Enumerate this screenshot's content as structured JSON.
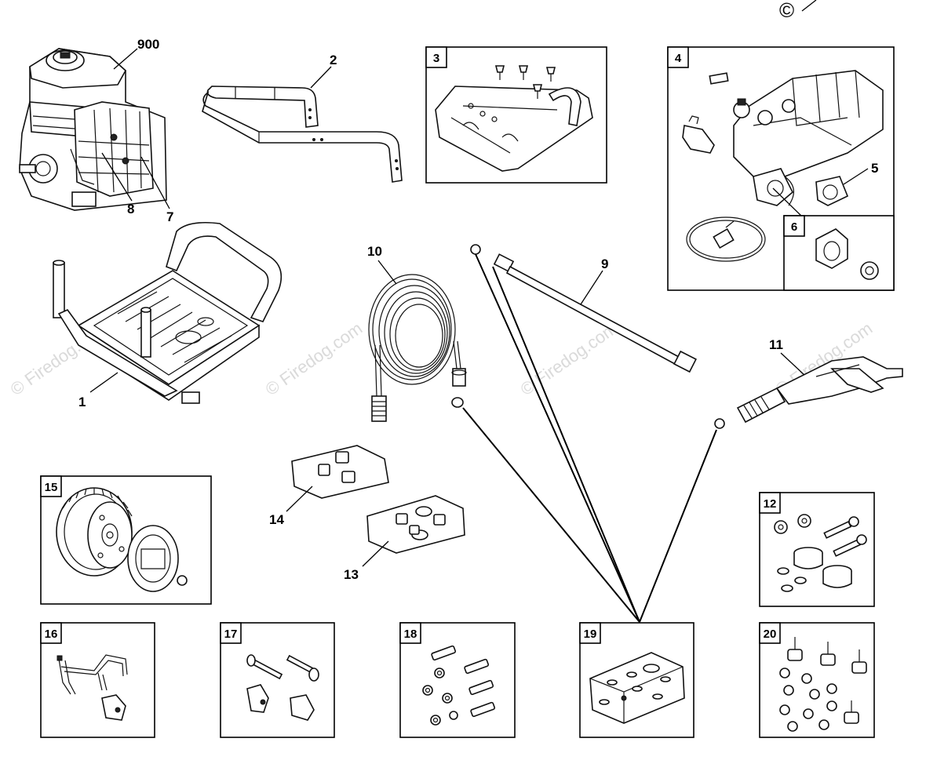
{
  "copyright_symbol": "©",
  "watermark": "© Firedog.com",
  "callouts": {
    "c900": "900",
    "c2": "2",
    "c8": "8",
    "c7": "7",
    "c1": "1",
    "c10": "10",
    "c9": "9",
    "c5": "5",
    "c11": "11",
    "c14": "14",
    "c13": "13"
  },
  "boxes": {
    "b3": "3",
    "b4": "4",
    "b6": "6",
    "b15": "15",
    "b12": "12",
    "b16": "16",
    "b17": "17",
    "b18": "18",
    "b19": "19",
    "b20": "20"
  }
}
